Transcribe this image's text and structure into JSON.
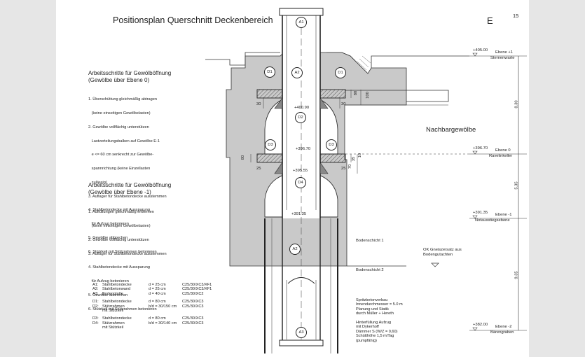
{
  "title": "Positionsplan Querschnitt Deckenbereich",
  "sheet_letter": "E",
  "page_number": "15",
  "sections": [
    {
      "heading": [
        "Arbeitsschritte für Gewölböffnung",
        "(Gewölbe über Ebene 0)"
      ],
      "steps": [
        "1. Überschüttung gleichmäßig abtragen",
        "   (keine einseitigen Gewölbelasten)",
        "2. Gewölbe vollflächig unterstützen",
        "   Lastverteilungsbalken auf Gewölbe E-1",
        "   e <= 60 cm senkrecht zur Gewölbe-",
        "   spannrichtung (keine Einzellasten",
        "   zulässig)",
        "3. Auflager für Stahlbetondecke ausstemmen",
        "4. Stahlbetondecke mit Aussparung",
        "   für Aufzug betonieren",
        "5. Gewölbe abbrechen",
        "6. Stützkeil mit Stützrahmen betonieren"
      ]
    },
    {
      "heading": [
        "Arbeitsschritte für Gewölböffnung",
        "(Gewölbe über Ebene -1)"
      ],
      "steps": [
        "1. Auffüllungen gleichmäßig entfernen",
        "   (keine einseitigen Gewölbelasten)",
        "2. Gewölbe vollflächig unterstützen",
        "3. Auflager für Stahlbetondecke ausstemmen",
        "4. Stahlbetondecke mit Aussparung",
        "   für Aufzug betonieren",
        "5. Gewölbe abbrechen",
        "6. Stützkeil mit Stützrahmen betonieren"
      ]
    }
  ],
  "legend": [
    {
      "code": "A1:",
      "name": "Stahlbetondecke",
      "dim": "d = 25 cm",
      "spec": "C25/30/XC3/XF1"
    },
    {
      "code": "A2:",
      "name": "Stahlbetonwand",
      "dim": "d = 25 cm",
      "spec": "C25/30/XC3/XF1"
    },
    {
      "code": "A3:",
      "name": "Bodenplatte",
      "dim": "d = 40 cm",
      "spec": "C25/30/XC2"
    },
    {
      "code": "D1:",
      "name": "Stahlbetondecke",
      "dim": "d = 80 cm",
      "spec": "C25/30/XC3"
    },
    {
      "code": "D2:",
      "name": "Stützrahmen",
      "dim": "b/d = 30/150 cm",
      "spec": "C25/30/XC3"
    },
    {
      "code": "",
      "name": "mit Stützkeil",
      "dim": "",
      "spec": ""
    },
    {
      "code": "D3:",
      "name": "Stahlbetondecke",
      "dim": "d = 80 cm",
      "spec": "C25/30/XC3"
    },
    {
      "code": "D4:",
      "name": "Stützrahmen",
      "dim": "b/d = 30/140 cm",
      "spec": "C25/30/XC3"
    },
    {
      "code": "",
      "name": "mit Stützkeil",
      "dim": "",
      "spec": ""
    }
  ],
  "notes": {
    "spritz": [
      "Spritzbetonverbau",
      "Innendurchmesser = 5.0 m",
      "Planung und Statik",
      "durch Müller + Hereth"
    ],
    "hinter": [
      "Hinterfüllung Aufzug",
      "mit Dykerhoff",
      "Dämmer S (W/Z = 0,60)",
      "Schütthöhe 1,5 m/Tag",
      "(pumpfähig)"
    ]
  },
  "labels": {
    "nachbar": "Nachbargewölbe",
    "boden1": "Bodenschicht 1",
    "boden2": "Bodenschicht 2",
    "gneis": [
      "OK Gneiszersatz aus",
      "Bodengutachten"
    ]
  },
  "circles": {
    "a1": "A1",
    "a2": "A2",
    "a3": "A3",
    "d1": "D1",
    "d2": "D2",
    "d3": "D3",
    "d4": "D4"
  },
  "elev_center": {
    "e400": "+400.90",
    "e396": "+396.70",
    "e395": "+395.55",
    "e391": "+391.35"
  },
  "levels": [
    {
      "elev": "+405.00",
      "name": "Ebene +1",
      "sub": "Sternenwarte"
    },
    {
      "elev": "+396.70",
      "name": "Ebene 0",
      "sub": "Ravelinkeller"
    },
    {
      "elev": "+391.35",
      "name": "Ebene -1",
      "sub": "Notausstiegsebene"
    },
    {
      "elev": "+382.00",
      "name": "Ebene -2",
      "sub": "Bärengraben"
    }
  ],
  "dims": {
    "d830": "8.30",
    "d535": "5.35",
    "d935": "9.35",
    "d30a": "30",
    "d30b": "30",
    "d80a": "80",
    "d100": "100",
    "d80b": "80",
    "d25a": "25",
    "d25b": "25",
    "d35": "35",
    "d70": "70",
    "d10": "10"
  }
}
